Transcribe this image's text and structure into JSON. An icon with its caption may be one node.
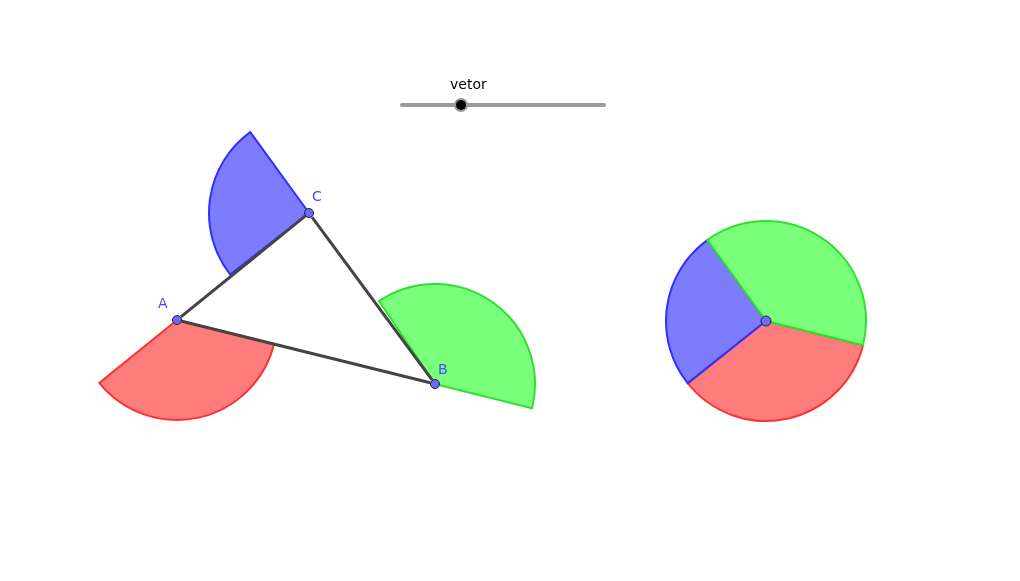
{
  "diagram": {
    "nodes": [
      {
        "text": [
          "A"
        ]
      },
      {
        "text": [
          "B"
        ]
      },
      {
        "text": [
          "C"
        ]
      }
    ],
    "edges": [
      {
        "from": 0,
        "to": 1,
        "arrow": "none"
      },
      {
        "from": 1,
        "to": 2,
        "arrow": "none"
      },
      {
        "from": 2,
        "to": 0,
        "arrow": "none"
      }
    ],
    "labels": [
      "vetor"
    ]
  }
}
